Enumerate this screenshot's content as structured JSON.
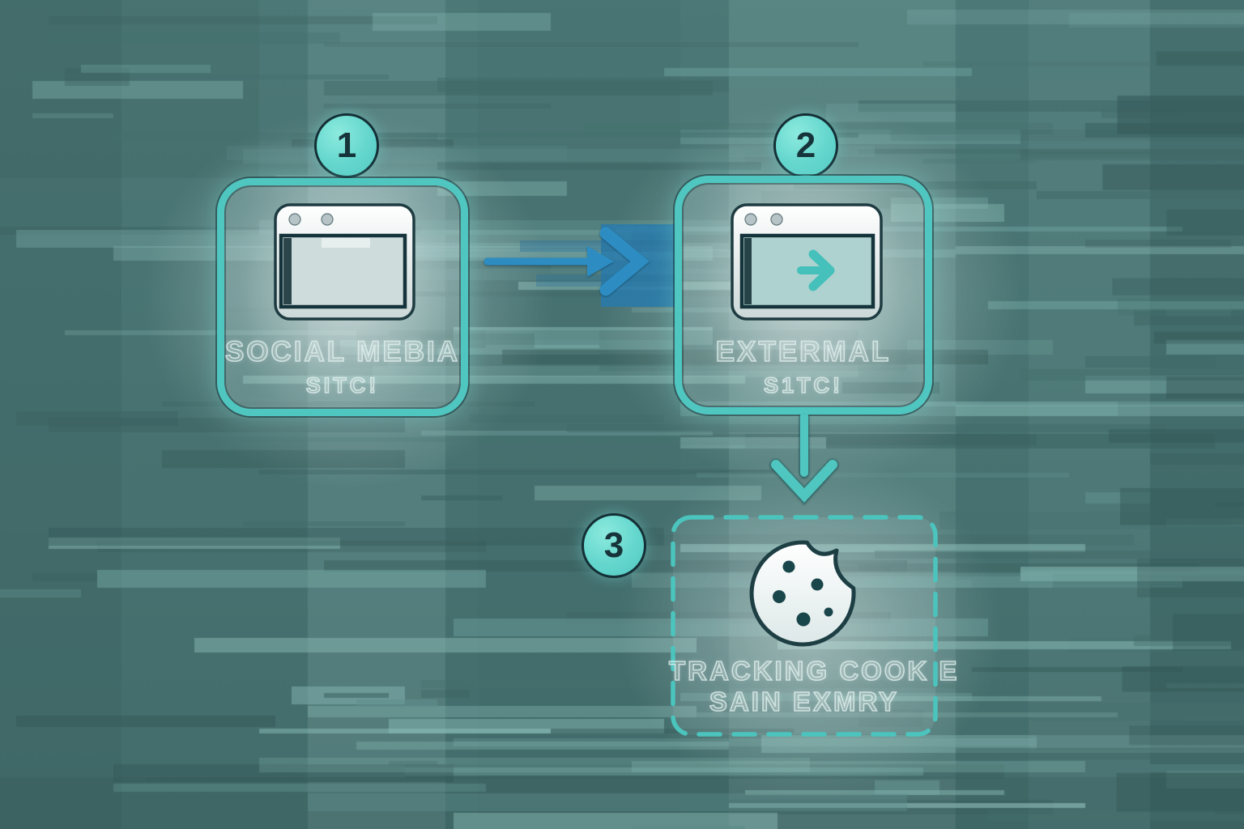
{
  "figure": {
    "type": "flow-diagram",
    "background_base": "#497473",
    "accent_teal": "#4fc6c0",
    "badge_fill": "#64d6cd",
    "outline_dark": "#17363b",
    "arrow_blue": "#2d8dc2",
    "label_stroke": "#e2f1ef"
  },
  "steps": [
    {
      "number": "1",
      "title": "SOCIAL MEBIA",
      "subtitle": "SITC!",
      "icon": "browser-window-icon"
    },
    {
      "number": "2",
      "title": "EXTERMAL",
      "subtitle": "S1TC!",
      "icon": "browser-window-redirect-icon"
    },
    {
      "number": "3",
      "title": "TRACKING COOK E",
      "subtitle": "SAIN EXMRY",
      "icon": "cookie-icon"
    }
  ],
  "connectors": [
    {
      "from": "1",
      "to": "2",
      "direction": "right",
      "color": "#2d8dc2"
    },
    {
      "from": "2",
      "to": "3",
      "direction": "down",
      "color": "#4fc6bf"
    }
  ]
}
